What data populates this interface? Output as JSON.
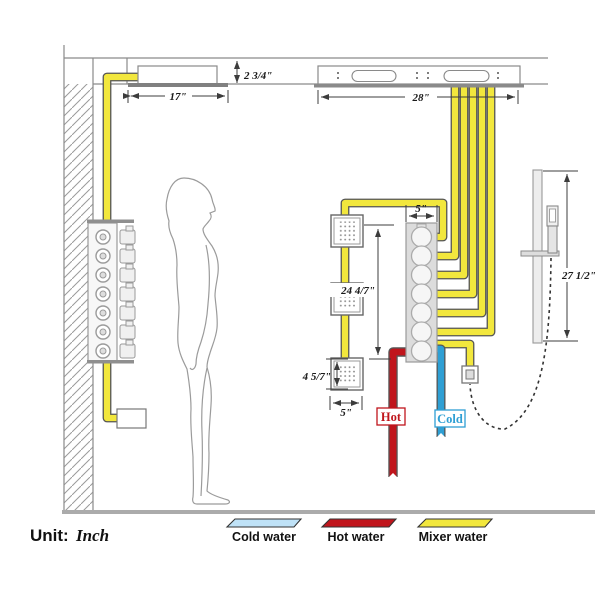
{
  "unit": {
    "prefix": "Unit:",
    "value": "Inch"
  },
  "dimensions": {
    "ceiling_head_width": "17\"",
    "ceiling_drop": "2 3/4\"",
    "ceiling_bar_width": "28\"",
    "valve_width": "5\"",
    "valve_height": "24 4/7\"",
    "body_jet_height": "4 5/7\"",
    "body_jet_width": "5\"",
    "slide_bar_height": "27 1/2\""
  },
  "supply_labels": {
    "hot": "Hot",
    "cold": "Cold"
  },
  "legend": {
    "items": [
      {
        "label": "Cold water",
        "color": "#BFE2F7"
      },
      {
        "label": "Hot water",
        "color": "#C0151C"
      },
      {
        "label": "Mixer water",
        "color": "#F2E73D"
      }
    ]
  },
  "colors": {
    "mixer_water": "#F2E73D",
    "hot_water": "#C0151C",
    "cold_water": "#2E9FD4",
    "outline": "#555555"
  }
}
